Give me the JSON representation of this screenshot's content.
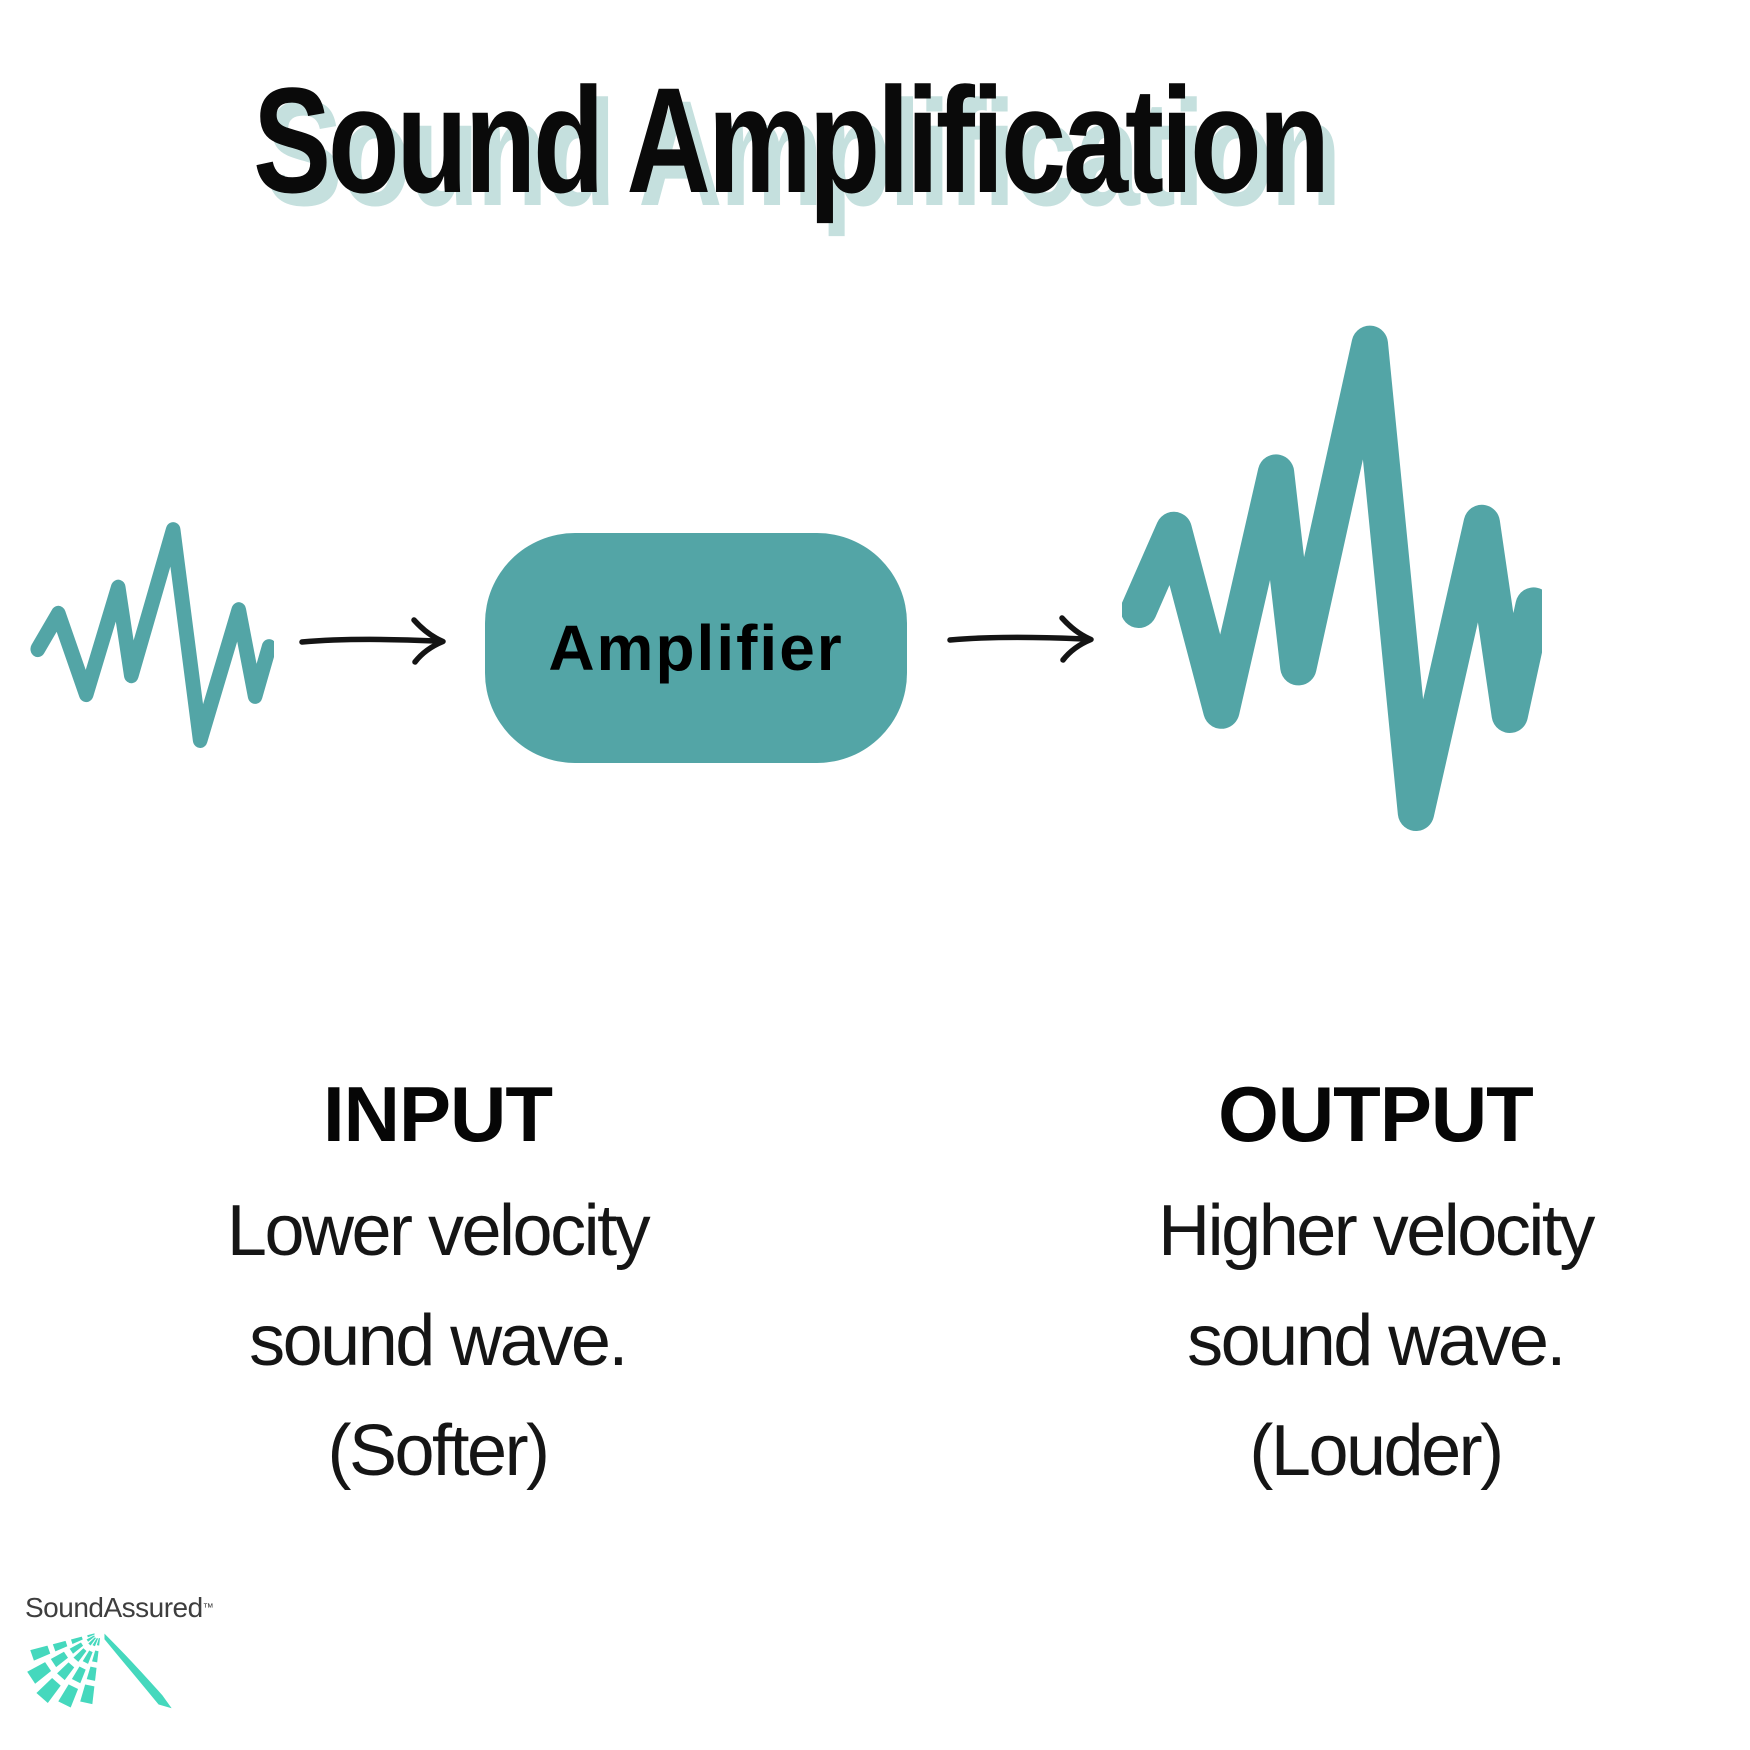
{
  "title": "Sound Amplification",
  "diagram": {
    "amplifier_label": "Amplifier",
    "input_wave_icon": "small-sound-wave-icon",
    "output_wave_icon": "large-sound-wave-icon",
    "arrow_icon": "right-arrow-icon"
  },
  "labels": {
    "input": {
      "heading": "INPUT",
      "description": "Lower velocity\nsound wave.\n(Softer)"
    },
    "output": {
      "heading": "OUTPUT",
      "description": "Higher velocity\nsound wave.\n(Louder)"
    }
  },
  "branding": {
    "name": "SoundAssured",
    "trademark": "™"
  },
  "colors": {
    "teal": "#53A5A6",
    "title-shadow": "#C5E0DE",
    "mint": "#45D8BD",
    "logo-text": "#3E3E3E",
    "ink": "#0A0A0A"
  }
}
